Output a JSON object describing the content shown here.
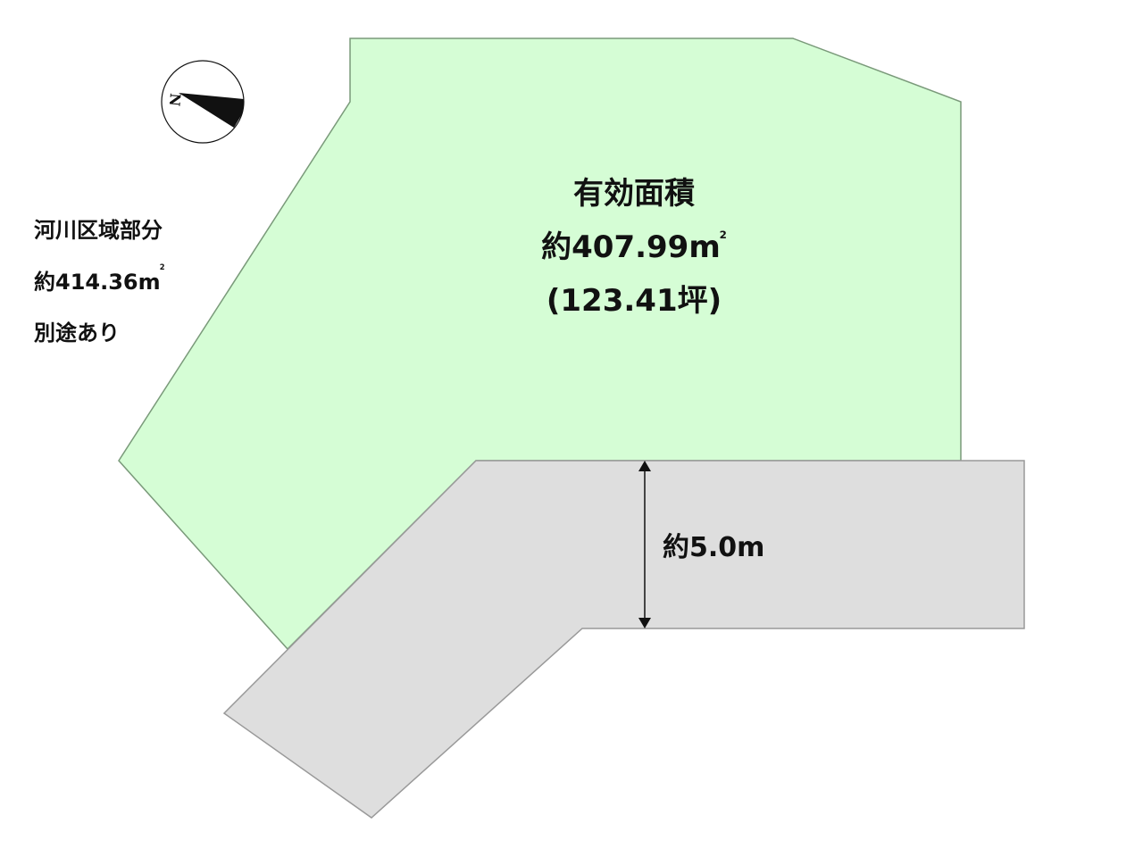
{
  "colors": {
    "effective_area_fill": "#d5fdd5",
    "road_fill": "#dedede",
    "outline_green": "#7a9a7a",
    "outline_gray": "#999999",
    "text": "#111111"
  },
  "compass": {
    "icon": "north-arrow-icon",
    "letter": "N"
  },
  "effective_area": {
    "title": "有効面積",
    "area_sqm": "約407.99m",
    "sqm_superscript": "2",
    "area_tsubo": "(123.41坪)"
  },
  "river_area": {
    "line1": "河川区域部分",
    "line2": "約414.36m",
    "sqm_superscript": "2",
    "line3": "別途あり"
  },
  "road": {
    "width_label": "約5.0m"
  }
}
